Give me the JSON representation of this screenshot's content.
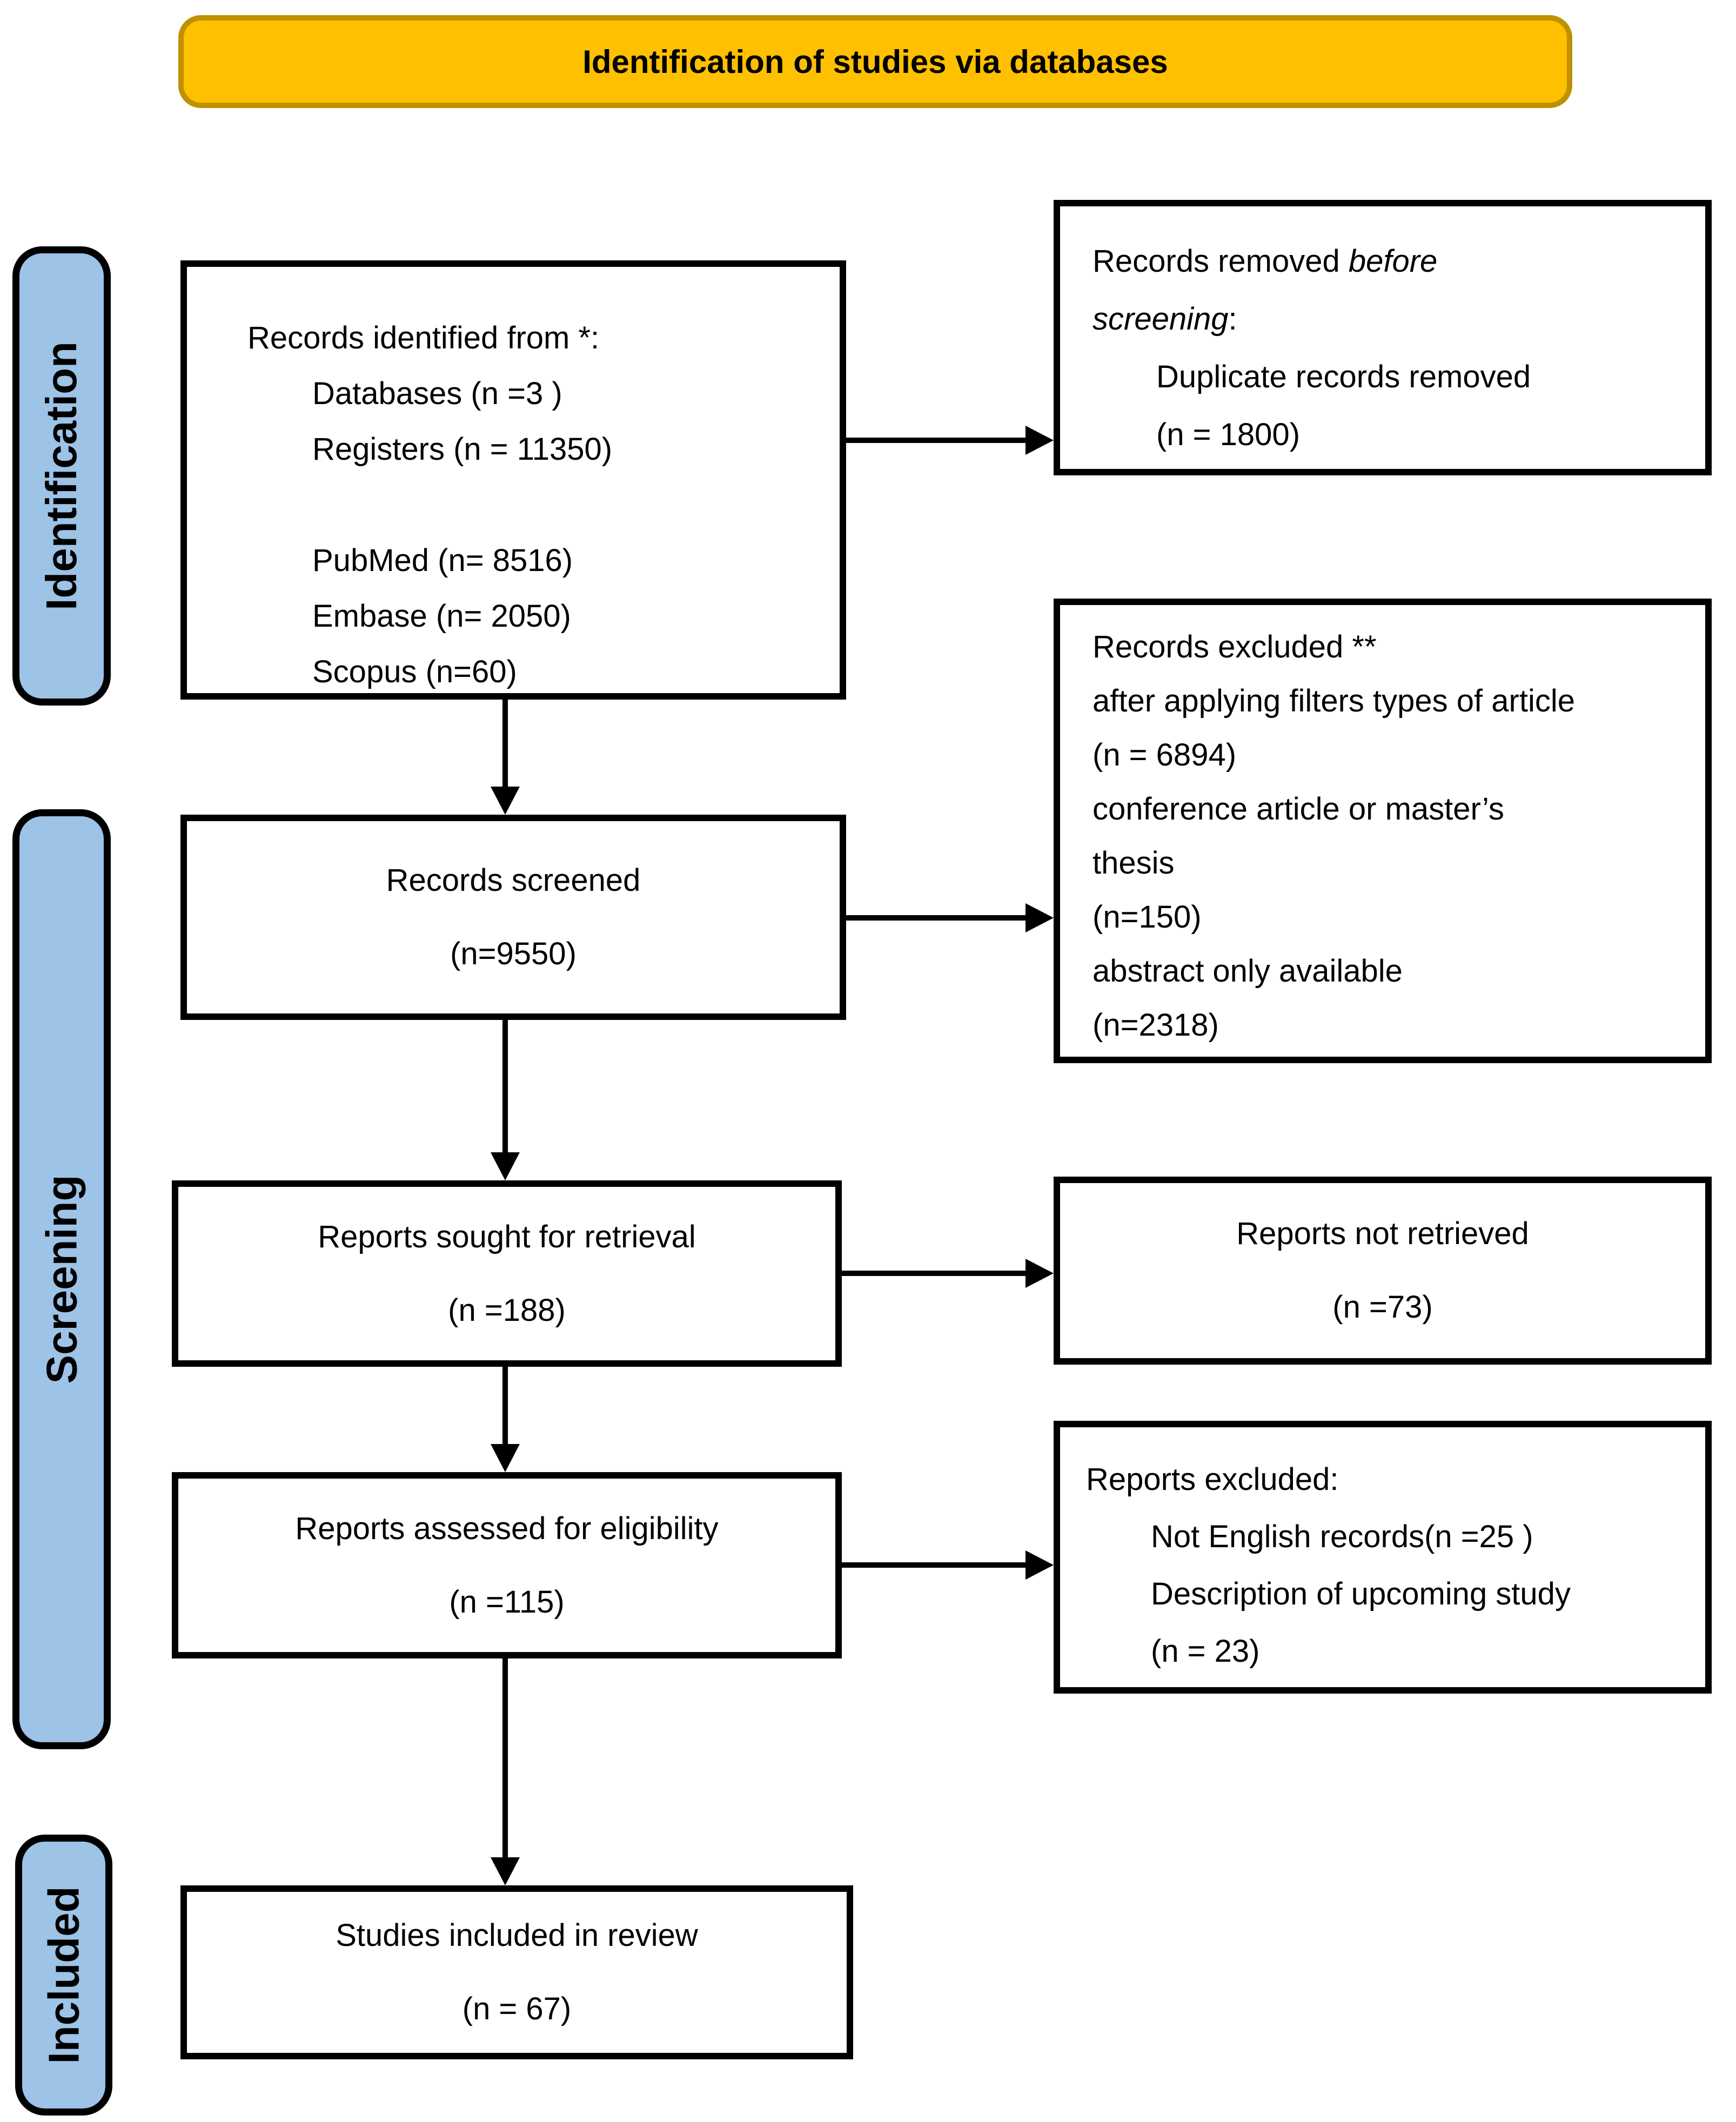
{
  "banner": {
    "title": "Identification of studies via databases"
  },
  "side_labels": {
    "identification": "Identification",
    "screening": "Screening",
    "included": "Included"
  },
  "boxes": {
    "identified": {
      "title": "Records identified from *:",
      "indented_lines": [
        "Databases (n =3 )",
        "Registers (n = 11350)",
        "",
        "PubMed (n= 8516)",
        "Embase (n= 2050)",
        "Scopus (n=60)"
      ]
    },
    "removed": {
      "title_prefix": "Records removed ",
      "title_italic_line1": "before",
      "title_italic_line2": "screening",
      "title_colon": ":",
      "indented_lines": [
        "Duplicate records removed",
        "(n = 1800)"
      ]
    },
    "screened": {
      "line1": "Records screened",
      "line2": "(n=9550)"
    },
    "excluded_records": {
      "lines": [
        "Records excluded **",
        "after applying filters types of article",
        "(n = 6894)",
        "conference article or master’s",
        "thesis",
        "(n=150)",
        "abstract only available",
        "(n=2318)"
      ]
    },
    "sought": {
      "line1": "Reports sought for retrieval",
      "line2": "(n =188)"
    },
    "not_retrieved": {
      "line1": "Reports not retrieved",
      "line2": "(n =73)"
    },
    "assessed": {
      "line1": "Reports assessed for eligibility",
      "line2": "(n =115)"
    },
    "excluded_reports": {
      "title": "Reports excluded:",
      "indented_lines": [
        "Not English records(n =25 )",
        "Description of upcoming study",
        "(n = 23)"
      ]
    },
    "included_studies": {
      "line1": "Studies included in review",
      "line2": "(n = 67)"
    }
  },
  "colors": {
    "banner_fill": "#FFC000",
    "banner_border": "#BF9000",
    "side_label_fill": "#9DC3E6",
    "box_border": "#000000",
    "arrow": "#000000"
  }
}
